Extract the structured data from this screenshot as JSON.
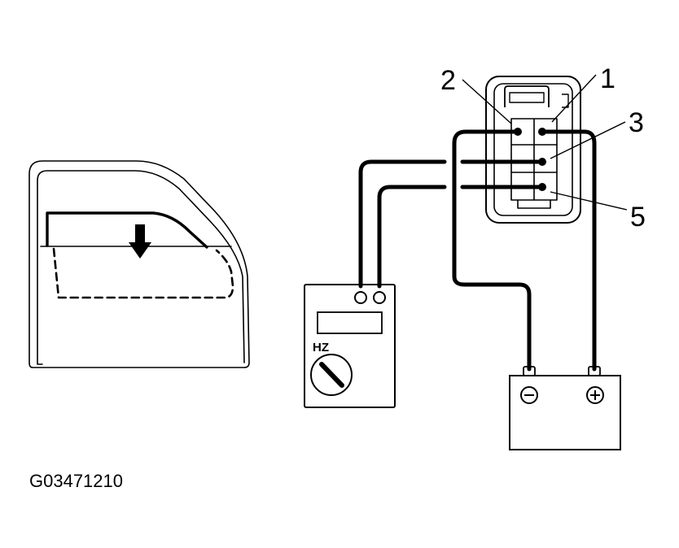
{
  "figure_id": "G03471210",
  "connector": {
    "pins": [
      {
        "id": "pin-1",
        "label": "1"
      },
      {
        "id": "pin-2",
        "label": "2"
      },
      {
        "id": "pin-3",
        "label": "3"
      },
      {
        "id": "pin-5",
        "label": "5"
      }
    ]
  },
  "meter": {
    "label": "HZ"
  },
  "battery": {
    "negative": "⊖",
    "positive": "⊕"
  },
  "colors": {
    "ink": "#000000",
    "background": "#ffffff"
  }
}
